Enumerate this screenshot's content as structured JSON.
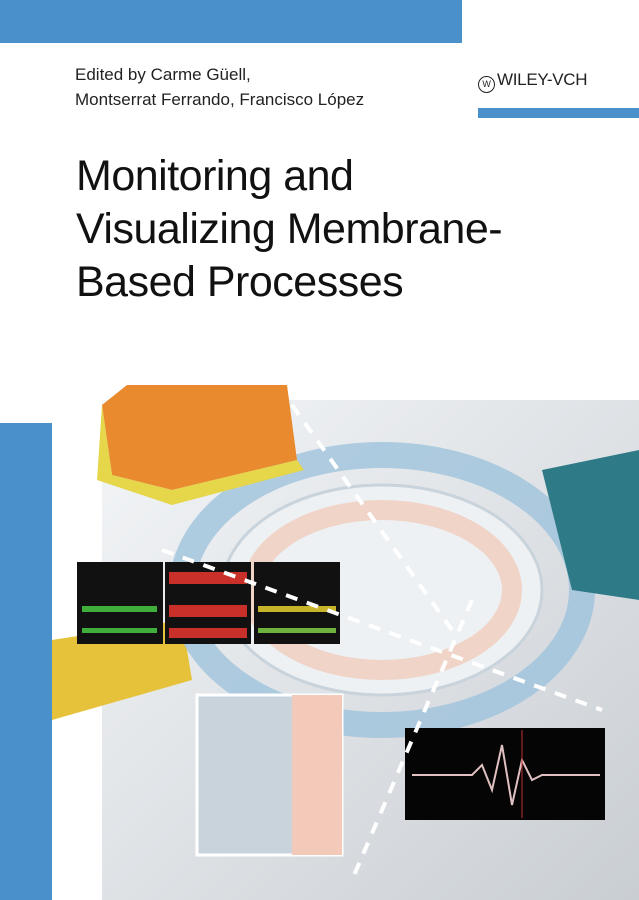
{
  "cover": {
    "editors_line1": "Edited by Carme Güell,",
    "editors_line2": "Montserrat Ferrando, Francisco López",
    "publisher": "WILEY-VCH",
    "title_line1": "Monitoring and",
    "title_line2": "Visualizing Membrane-",
    "title_line3": "Based Processes"
  },
  "colors": {
    "accent": "#4a90cb"
  }
}
